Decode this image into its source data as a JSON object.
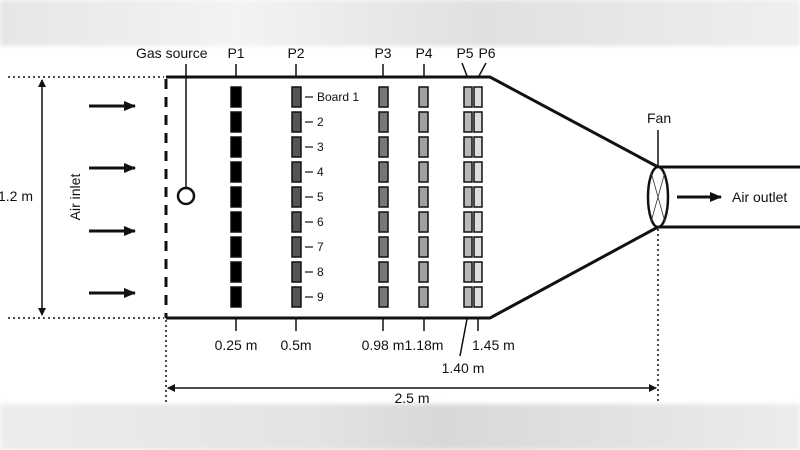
{
  "labels": {
    "gas_source": "Gas source",
    "air_inlet": "Air inlet",
    "height": "1.2 m",
    "fan": "Fan",
    "air_outlet": "Air outlet",
    "length": "2.5 m"
  },
  "positions": [
    {
      "name": "P1",
      "distance": "0.25 m",
      "fill": "#000000"
    },
    {
      "name": "P2",
      "distance": "0.5m",
      "fill": "#555555"
    },
    {
      "name": "P3",
      "distance": "0.98 m",
      "fill": "#777777"
    },
    {
      "name": "P4",
      "distance": "1.18m",
      "fill": "#a0a0a0"
    },
    {
      "name": "P5",
      "distance": "1.40 m",
      "fill": "#b8b8b8"
    },
    {
      "name": "P6",
      "distance": "1.45 m",
      "fill": "#dddddd"
    }
  ],
  "boards": [
    "Board 1",
    "2",
    "3",
    "4",
    "5",
    "6",
    "7",
    "8",
    "9"
  ]
}
